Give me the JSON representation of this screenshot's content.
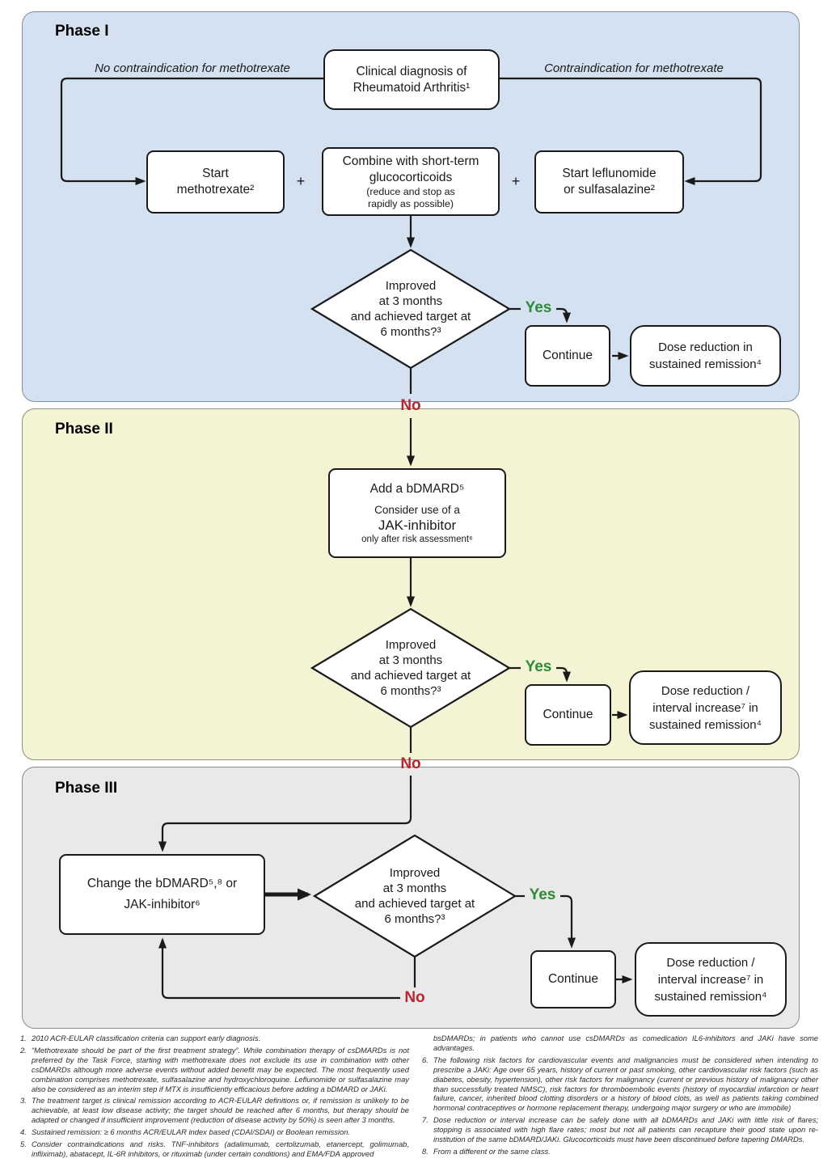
{
  "colors": {
    "phase1_bg": "#d3e1f1",
    "phase2_bg": "#f4f4d5",
    "phase3_bg": "#e9e9e9",
    "line": "#1a1a1a",
    "yes_green": "#2e8b36",
    "no_red": "#bf2330"
  },
  "phase1": {
    "title": "Phase I",
    "left_label": "No contraindication for methotrexate",
    "right_label": "Contraindication for methotrexate",
    "clinical": {
      "l1": "Clinical diagnosis of",
      "l2": "Rheumatoid Arthritis¹"
    },
    "start_mtx": {
      "l1": "Start",
      "l2": "methotrexate²"
    },
    "plus": "+",
    "combine": {
      "l1": "Combine with short-term",
      "l2": "glucocorticoids",
      "l3": "(reduce and stop as",
      "l4": "rapidly as possible)"
    },
    "start_lef": {
      "l1": "Start leflunomide",
      "l2": "or sulfasalazine²"
    },
    "decision": {
      "l1": "Improved",
      "l2": "at 3 months",
      "l3": "and achieved target at",
      "l4": "6 months?³"
    },
    "yes": "Yes",
    "no": "No",
    "continue": "Continue",
    "dose": {
      "l1": "Dose reduction in",
      "l2": "sustained remission⁴"
    }
  },
  "phase2": {
    "title": "Phase II",
    "add": {
      "l1": "Add a bDMARD⁵",
      "l2": "Consider use of a",
      "l3": "JAK-inhibitor",
      "l4": "only after risk assessment⁶"
    },
    "decision": {
      "l1": "Improved",
      "l2": "at 3 months",
      "l3": "and achieved target at",
      "l4": "6 months?³"
    },
    "yes": "Yes",
    "no": "No",
    "continue": "Continue",
    "dose": {
      "l1": "Dose reduction /",
      "l2": "interval increase⁷ in",
      "l3": "sustained remission⁴"
    }
  },
  "phase3": {
    "title": "Phase III",
    "change": {
      "l1": "Change the bDMARD⁵,⁸ or",
      "l2": "JAK-inhibitor⁶"
    },
    "decision": {
      "l1": "Improved",
      "l2": "at 3 months",
      "l3": "and achieved target at",
      "l4": "6 months?³"
    },
    "yes": "Yes",
    "no": "No",
    "continue": "Continue",
    "dose": {
      "l1": "Dose reduction /",
      "l2": "interval increase⁷ in",
      "l3": "sustained remission⁴"
    }
  },
  "footnotes": {
    "left": [
      {
        "num": "1.",
        "text": "2010 ACR-EULAR classification criteria can support early diagnosis."
      },
      {
        "num": "2.",
        "text": "“Methotrexate should be part of the first treatment strategy”. While combination therapy of csDMARDs is not preferred by the Task Force, starting with methotrexate does not exclude its use in combination with other csDMARDs although more adverse events without added benefit may be expected. The most frequently used combination comprises methotrexate, sulfasalazine and hydroxychloroquine. Leflunomide or sulfasalazine may also be considered as an interim step if MTX is insufficiently efficacious before adding a bDMARD or JAKi."
      },
      {
        "num": "3.",
        "text": "The treatment target is clinical remission according to ACR-EULAR definitions or, if remission is unlikely to be achievable, at least low disease activity; the target should be reached after 6 months, but therapy should be adapted or changed if insufficient improvement (reduction of disease activity by 50%) is seen after 3 months."
      },
      {
        "num": "4.",
        "text": "Sustained remission: ≥ 6 months ACR/EULAR index based (CDAI/SDAI) or Boolean remission."
      },
      {
        "num": "5.",
        "text": "Consider contraindications and risks. TNF-inhibitors (adalimumab, certolizumab, etanercept, golimumab, infliximab), abatacept, IL-6R inhibitors, or rituximab (under certain conditions) and EMA/FDA approved"
      }
    ],
    "right": [
      {
        "num": "",
        "text": "bsDMARDs; in patients who cannot use csDMARDs as comedication IL6-inhibitors and JAKi have some advantages."
      },
      {
        "num": "6.",
        "text": "The following risk factors for cardiovascular events and malignancies must be considered when intending to prescribe a JAKi: Age over 65 years, history of current or past smoking, other cardiovascular risk factors (such as diabetes, obesity, hypertension), other risk factors for malignancy (current or previous history of malignancy other than successfully treated NMSC), risk factors for thromboembolic events (history of myocardial infarction or heart failure, cancer, inherited blood clotting disorders or a history of blood clots, as well as patients taking combined hormonal contraceptives or hormone replacement therapy, undergoing major surgery or who are immobile)"
      },
      {
        "num": "7.",
        "text": "Dose reduction or interval increase can be safely done with all bDMARDs and JAKi with little risk of flares; stopping is associated with high flare rates; most but not all patients can recapture their good state upon re-institution of the same bDMARD/JAKi. Glucocorticoids must have been discontinued before tapering DMARDs."
      },
      {
        "num": "8.",
        "text": "From a different or the same class."
      }
    ]
  }
}
